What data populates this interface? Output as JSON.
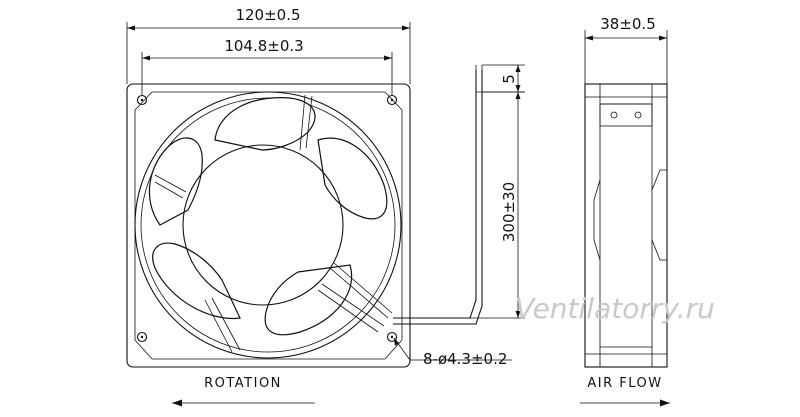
{
  "dimensions": {
    "overall_width": "120±0.5",
    "hole_spacing": "104.8±0.3",
    "depth": "38±0.5",
    "wire_offset": "5",
    "wire_length": "300±30",
    "holes": "8-ø4.3±0.2"
  },
  "captions": {
    "rotation": "ROTATION",
    "airflow": "AIR FLOW"
  },
  "watermark": "Ventilatorry.ru"
}
